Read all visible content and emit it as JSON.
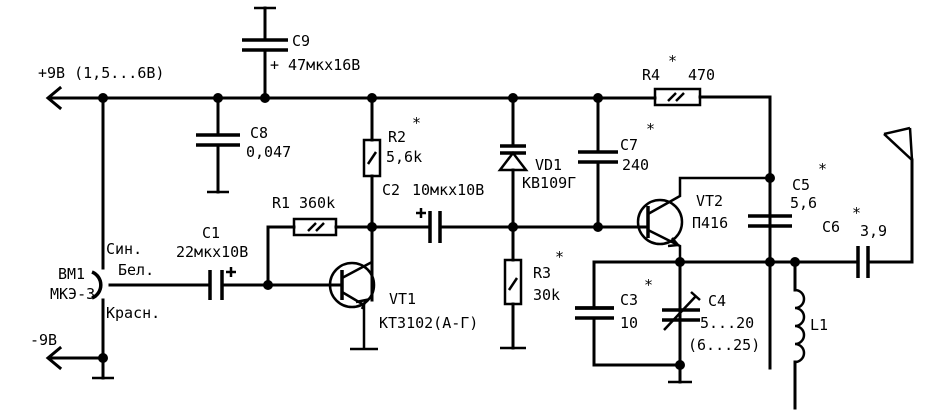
{
  "supply": {
    "plus": "+9В (1,5...6В)",
    "minus": "-9В"
  },
  "mic": {
    "ref": "ВМ1",
    "type": "МКЭ-3",
    "wire_blue": "Син.",
    "wire_white": "Бел.",
    "wire_red": "Красн."
  },
  "C9": {
    "ref": "С9",
    "value": "+ 47мкх16В"
  },
  "C8": {
    "ref": "С8",
    "value": "0,047"
  },
  "R2": {
    "ref": "R2",
    "star": "*",
    "value": "5,6k"
  },
  "R1": {
    "ref": "R1",
    "value": "360k"
  },
  "C2": {
    "ref": "С2",
    "value": "10мкх10В"
  },
  "C1": {
    "ref": "С1",
    "value": "22мкх10В"
  },
  "VT1": {
    "ref": "VT1",
    "type": "КТ3102(А-Г)"
  },
  "VD1": {
    "ref": "VD1",
    "type": "КВ109Г"
  },
  "R3": {
    "ref": "R3",
    "star": "*",
    "value": "30k"
  },
  "R4": {
    "ref": "R4",
    "star": "*",
    "value": "470"
  },
  "C7": {
    "ref": "С7",
    "star": "*",
    "value": "240"
  },
  "VT2": {
    "ref": "VT2",
    "type": "П416"
  },
  "C5": {
    "ref": "С5",
    "star": "*",
    "value": "5,6"
  },
  "C6": {
    "ref": "С6",
    "star": "*",
    "value": "3,9"
  },
  "C3": {
    "ref": "С3",
    "star": "*",
    "value": "10"
  },
  "C4": {
    "ref": "С4",
    "value": "5...20",
    "alt": "(6...25)"
  },
  "L1": {
    "ref": "L1"
  }
}
